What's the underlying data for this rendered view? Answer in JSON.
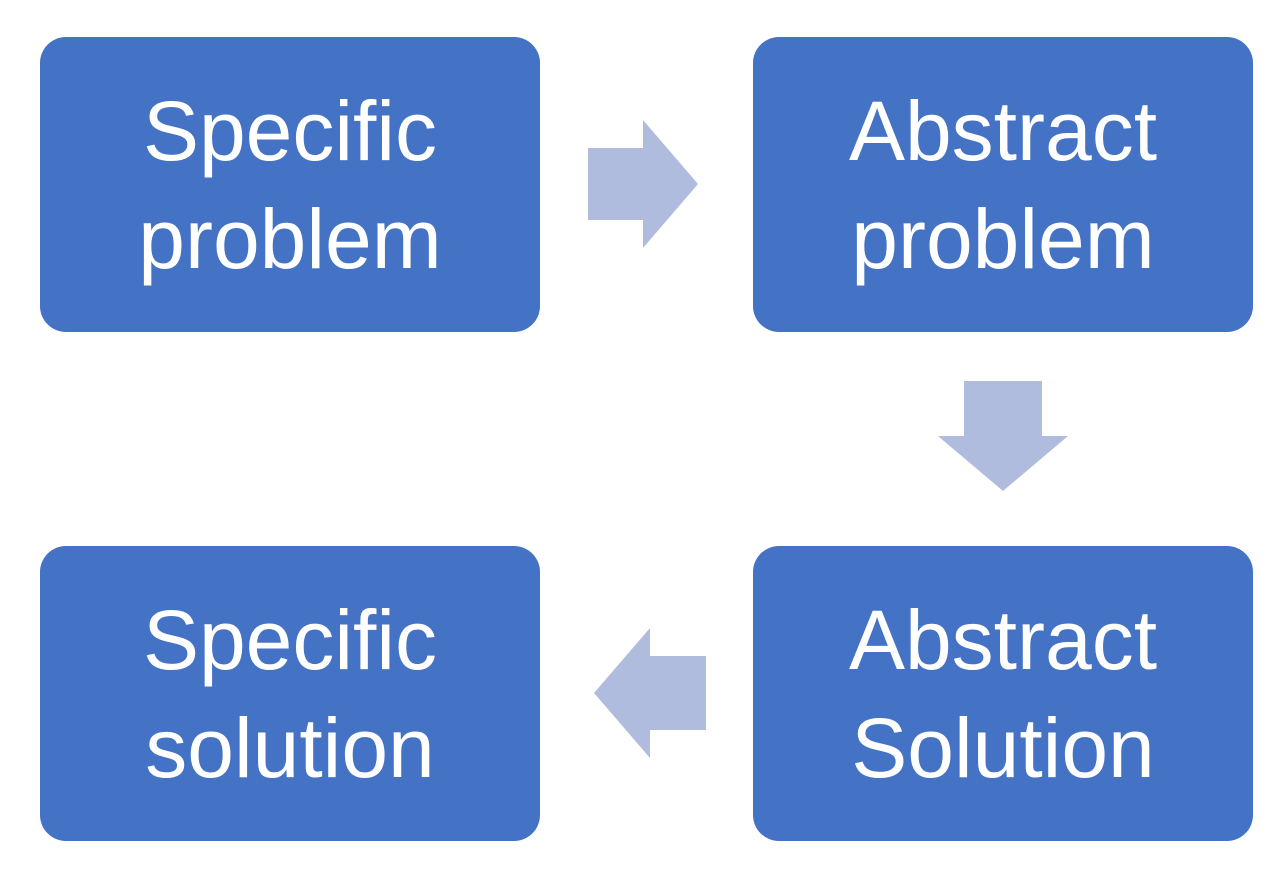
{
  "colors": {
    "box_fill": "#4472C4",
    "box_text": "#FFFFFF",
    "arrow_fill": "#AFBCDD",
    "background": "#FFFFFF"
  },
  "boxes": {
    "specific_problem": {
      "line1": "Specific",
      "line2": "problem"
    },
    "abstract_problem": {
      "line1": "Abstract",
      "line2": "problem"
    },
    "abstract_solution": {
      "line1": "Abstract",
      "line2": "Solution"
    },
    "specific_solution": {
      "line1": "Specific",
      "line2": "solution"
    }
  },
  "arrows": {
    "right": "arrow-right-icon",
    "down": "arrow-down-icon",
    "left": "arrow-left-icon"
  }
}
